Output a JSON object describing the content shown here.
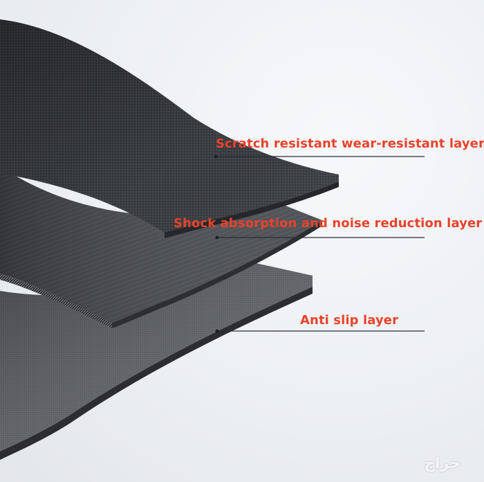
{
  "labels": {
    "top_layer": "Scratch resistant wear-resistant layer",
    "middle_layer": "Shock absorption and noise reduction layer",
    "bottom_layer": "Anti slip layer"
  },
  "watermark": "حراج",
  "colors": {
    "label_text": "#e8432b",
    "leader_line": "#2a2d33",
    "background": "#eef0f3",
    "top_layer": "#3a3d41",
    "middle_layer": "#45484d",
    "bottom_layer": "#5a5d61"
  }
}
